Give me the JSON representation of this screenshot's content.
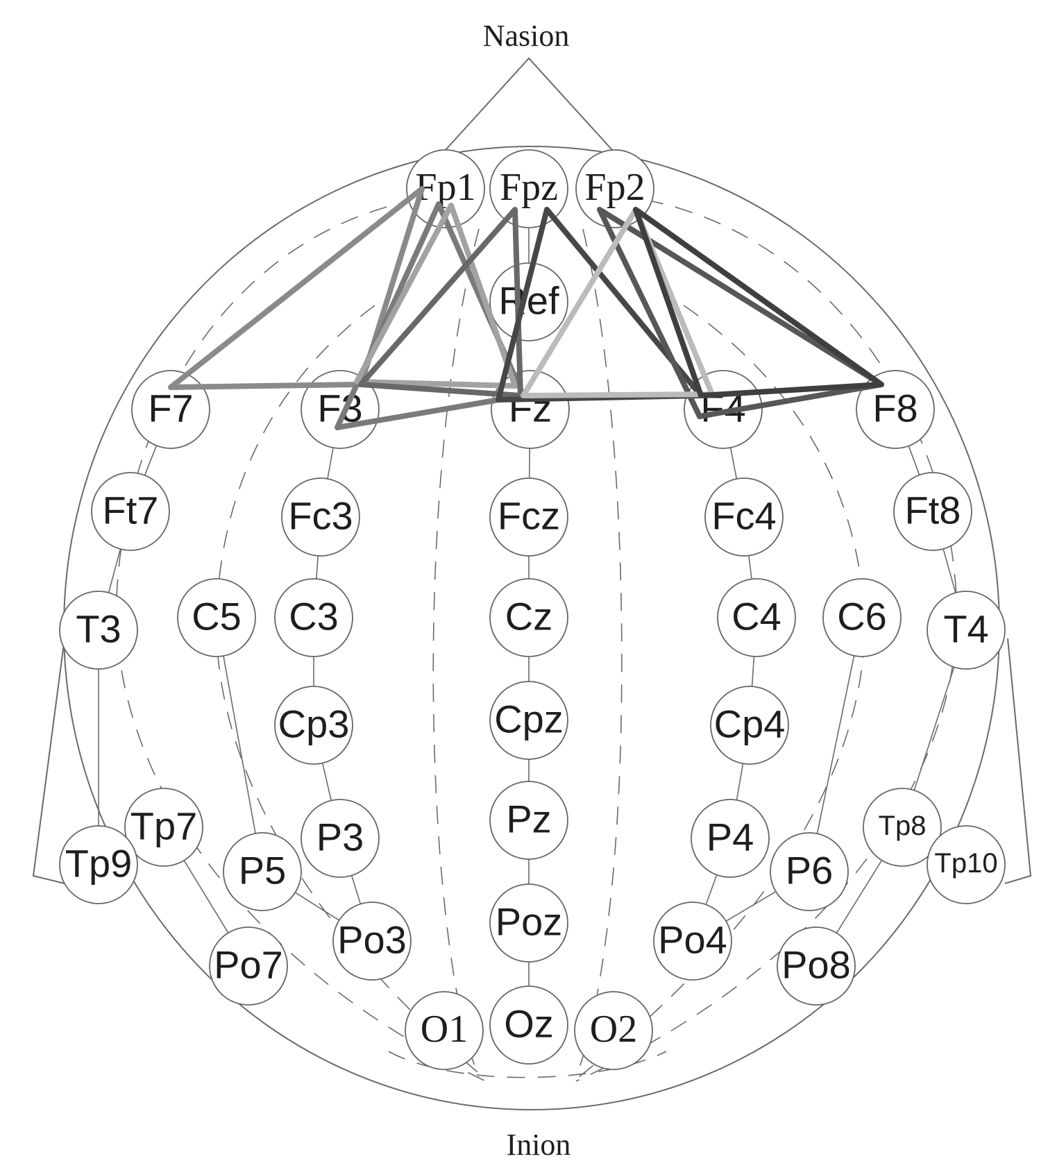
{
  "landmarks": {
    "top": "Nasion",
    "bottom": "Inion"
  },
  "colors": {
    "outline": "#6a6a6a",
    "connection_shades": [
      "#8a8a8a",
      "#7a7a7a",
      "#a2a2a2",
      "#686868",
      "#474747",
      "#575757",
      "#bbbbbb",
      "#3f3f3f"
    ]
  },
  "electrodes": [
    {
      "id": "Fp1",
      "label": "Fp1"
    },
    {
      "id": "Fpz",
      "label": "Fpz"
    },
    {
      "id": "Fp2",
      "label": "Fp2"
    },
    {
      "id": "Ref",
      "label": "Ref"
    },
    {
      "id": "F7",
      "label": "F7"
    },
    {
      "id": "F3",
      "label": "F3"
    },
    {
      "id": "Fz",
      "label": "Fz"
    },
    {
      "id": "F4",
      "label": "F4"
    },
    {
      "id": "F8",
      "label": "F8"
    },
    {
      "id": "Ft7",
      "label": "Ft7"
    },
    {
      "id": "Fc3",
      "label": "Fc3"
    },
    {
      "id": "Fcz",
      "label": "Fcz"
    },
    {
      "id": "Fc4",
      "label": "Fc4"
    },
    {
      "id": "Ft8",
      "label": "Ft8"
    },
    {
      "id": "T3",
      "label": "T3"
    },
    {
      "id": "C5",
      "label": "C5"
    },
    {
      "id": "C3",
      "label": "C3"
    },
    {
      "id": "Cz",
      "label": "Cz"
    },
    {
      "id": "C4",
      "label": "C4"
    },
    {
      "id": "C6",
      "label": "C6"
    },
    {
      "id": "T4",
      "label": "T4"
    },
    {
      "id": "Cp3",
      "label": "Cp3"
    },
    {
      "id": "Cpz",
      "label": "Cpz"
    },
    {
      "id": "Cp4",
      "label": "Cp4"
    },
    {
      "id": "Tp7",
      "label": "Tp7"
    },
    {
      "id": "Tp9",
      "label": "Tp9"
    },
    {
      "id": "P5",
      "label": "P5"
    },
    {
      "id": "P3",
      "label": "P3"
    },
    {
      "id": "Pz",
      "label": "Pz"
    },
    {
      "id": "P4",
      "label": "P4"
    },
    {
      "id": "P6",
      "label": "P6"
    },
    {
      "id": "Tp8",
      "label": "Tp8"
    },
    {
      "id": "Tp10",
      "label": "Tp10"
    },
    {
      "id": "Po7",
      "label": "Po7"
    },
    {
      "id": "Po3",
      "label": "Po3"
    },
    {
      "id": "Poz",
      "label": "Poz"
    },
    {
      "id": "Po4",
      "label": "Po4"
    },
    {
      "id": "Po8",
      "label": "Po8"
    },
    {
      "id": "O1",
      "label": "O1"
    },
    {
      "id": "Oz",
      "label": "Oz"
    },
    {
      "id": "O2",
      "label": "O2"
    }
  ],
  "connection_triangles": [
    {
      "nodes": [
        "Fp1",
        "F7",
        "F3"
      ],
      "shade": 0
    },
    {
      "nodes": [
        "Fp1",
        "F3",
        "Fz"
      ],
      "shade": 1
    },
    {
      "nodes": [
        "Fp1",
        "F3",
        "Fz"
      ],
      "shade": 2
    },
    {
      "nodes": [
        "Fpz",
        "F3",
        "Fz"
      ],
      "shade": 3
    },
    {
      "nodes": [
        "Fpz",
        "Fz",
        "F4"
      ],
      "shade": 4
    },
    {
      "nodes": [
        "Fp2",
        "F4",
        "F8"
      ],
      "shade": 5
    },
    {
      "nodes": [
        "Fp2",
        "Fz",
        "F4"
      ],
      "shade": 6
    },
    {
      "nodes": [
        "Fp2",
        "F4",
        "F8"
      ],
      "shade": 7
    }
  ]
}
